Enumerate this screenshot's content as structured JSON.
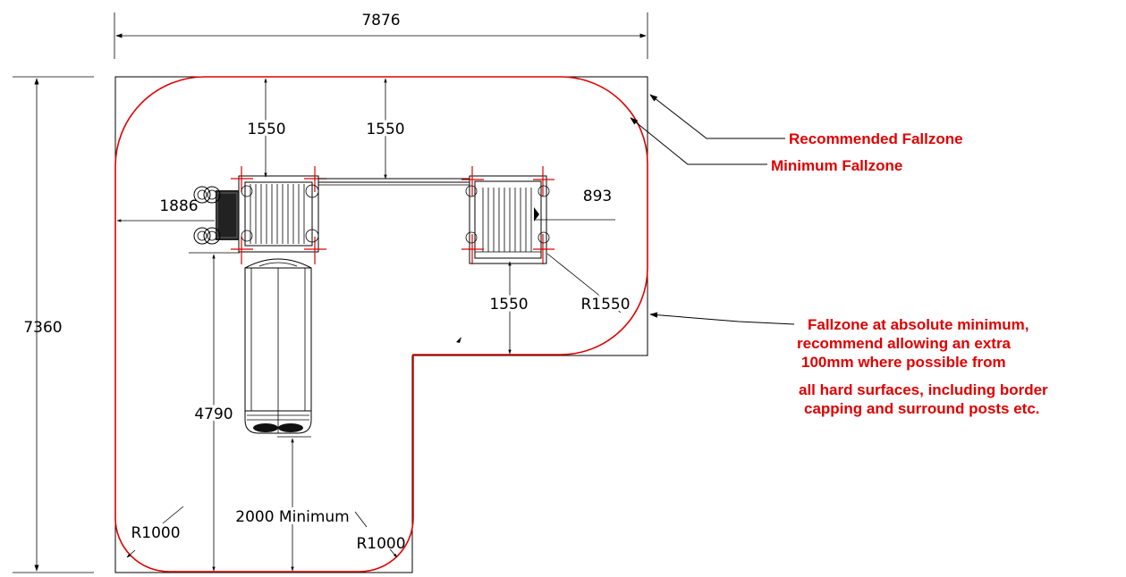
{
  "colors": {
    "fallzone": "#e00000",
    "lines": "#000000"
  },
  "dimensions": {
    "overall_width": "7876",
    "overall_height": "7360",
    "top_left_1550": "1550",
    "top_mid_1550": "1550",
    "left_1886": "1886",
    "right_893": "893",
    "inner_1550": "1550",
    "radius_1550": "R1550",
    "slide_4790": "4790",
    "slide_min": "2000 Minimum",
    "radius_1000_left": "R1000",
    "radius_1000_right": "R1000"
  },
  "notes": {
    "recommended": "Recommended Fallzone",
    "minimum": "Minimum Fallzone",
    "absolute": [
      "Fallzone at absolute minimum,",
      "recommend allowing an extra",
      "100mm where possible from",
      "all hard surfaces, including border",
      "capping and surround posts etc."
    ]
  }
}
